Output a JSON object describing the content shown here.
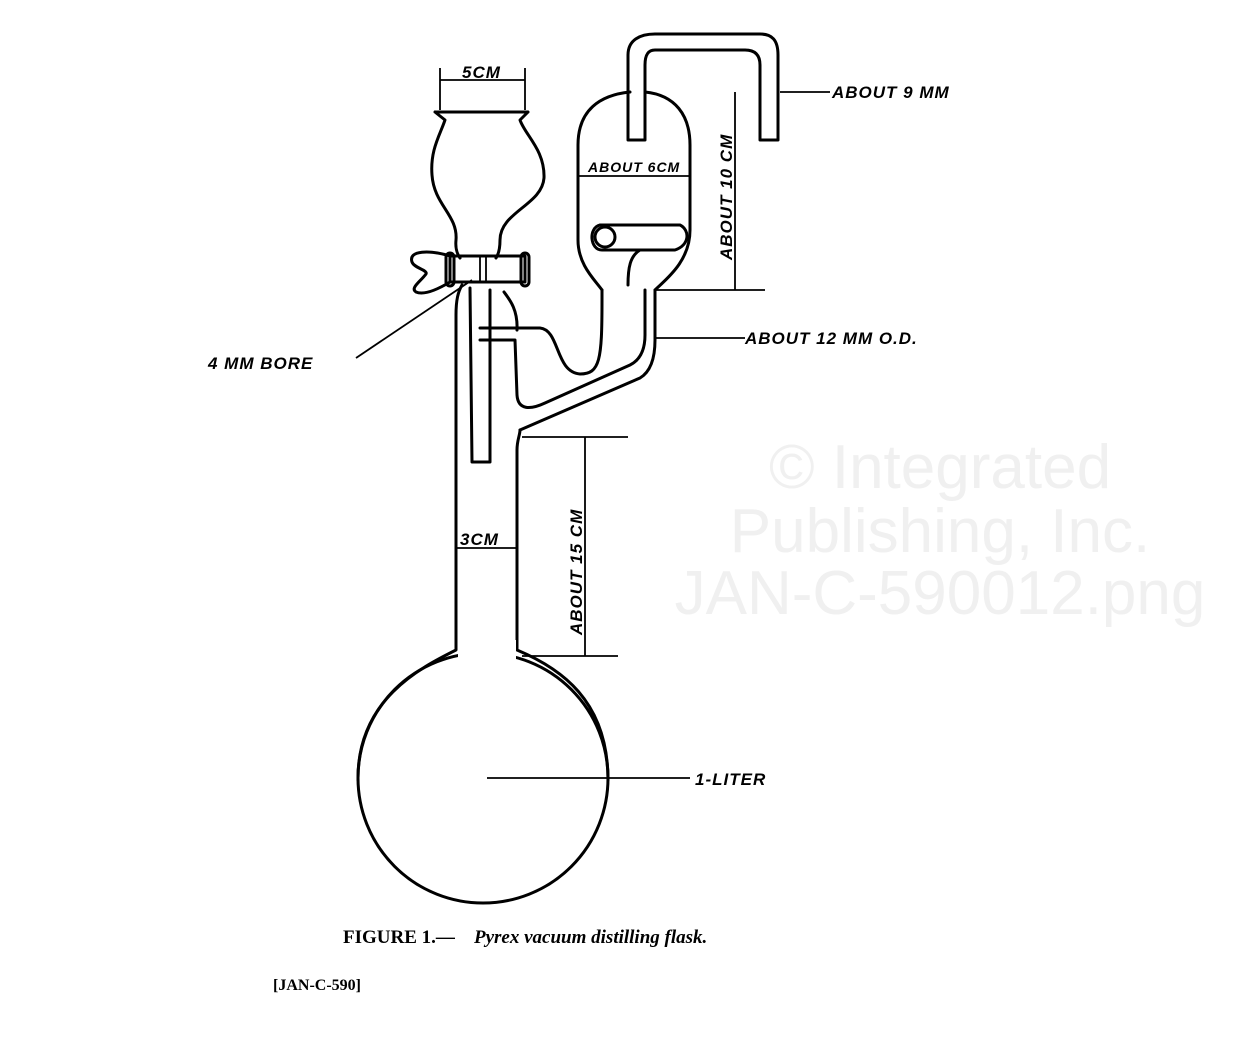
{
  "watermark": [
    "© Integrated",
    "Publishing, Inc.",
    "JAN-C-590012.png"
  ],
  "labels": {
    "funnel_width": "5CM",
    "trap_width": "ABOUT 6CM",
    "trap_height": "ABOUT 10 CM",
    "tube_diameter": "ABOUT 9 MM",
    "tube_od": "ABOUT 12 MM O.D.",
    "bore": "4 MM BORE",
    "neck_width": "3CM",
    "neck_height": "ABOUT 15 CM",
    "flask_volume": "1-LITER"
  },
  "caption": {
    "figure": "FIGURE 1.—",
    "title": "Pyrex vacuum distilling flask."
  },
  "doc_id": "[JAN-C-590]"
}
